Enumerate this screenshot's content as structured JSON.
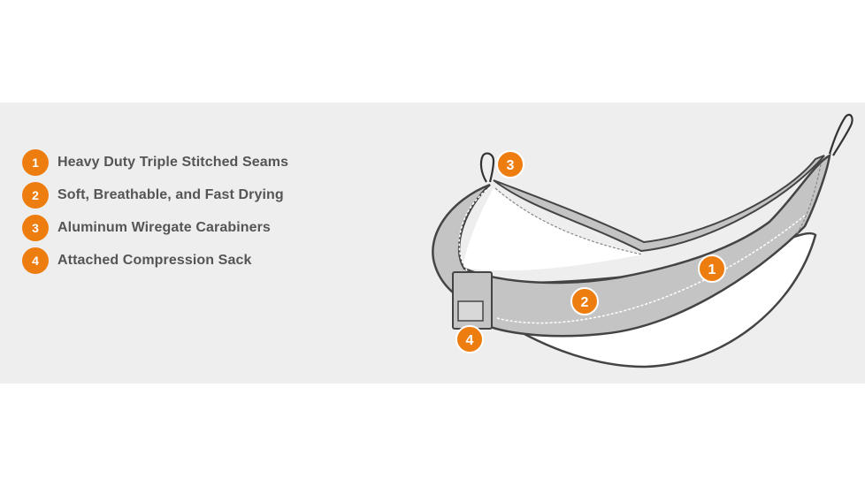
{
  "features": [
    {
      "number": "1",
      "label": "Heavy Duty Triple Stitched Seams"
    },
    {
      "number": "2",
      "label": "Soft, Breathable, and Fast Drying"
    },
    {
      "number": "3",
      "label": "Aluminum Wiregate Carabiners"
    },
    {
      "number": "4",
      "label": "Attached Compression Sack"
    }
  ],
  "callouts": {
    "seams": "1",
    "fabric": "2",
    "carabiner": "3",
    "sack": "4"
  },
  "colors": {
    "accent": "#ee7d10",
    "band": "#eeeeee",
    "text": "#555555",
    "outline": "#444444",
    "fabric_gray": "#c4c4c4"
  }
}
